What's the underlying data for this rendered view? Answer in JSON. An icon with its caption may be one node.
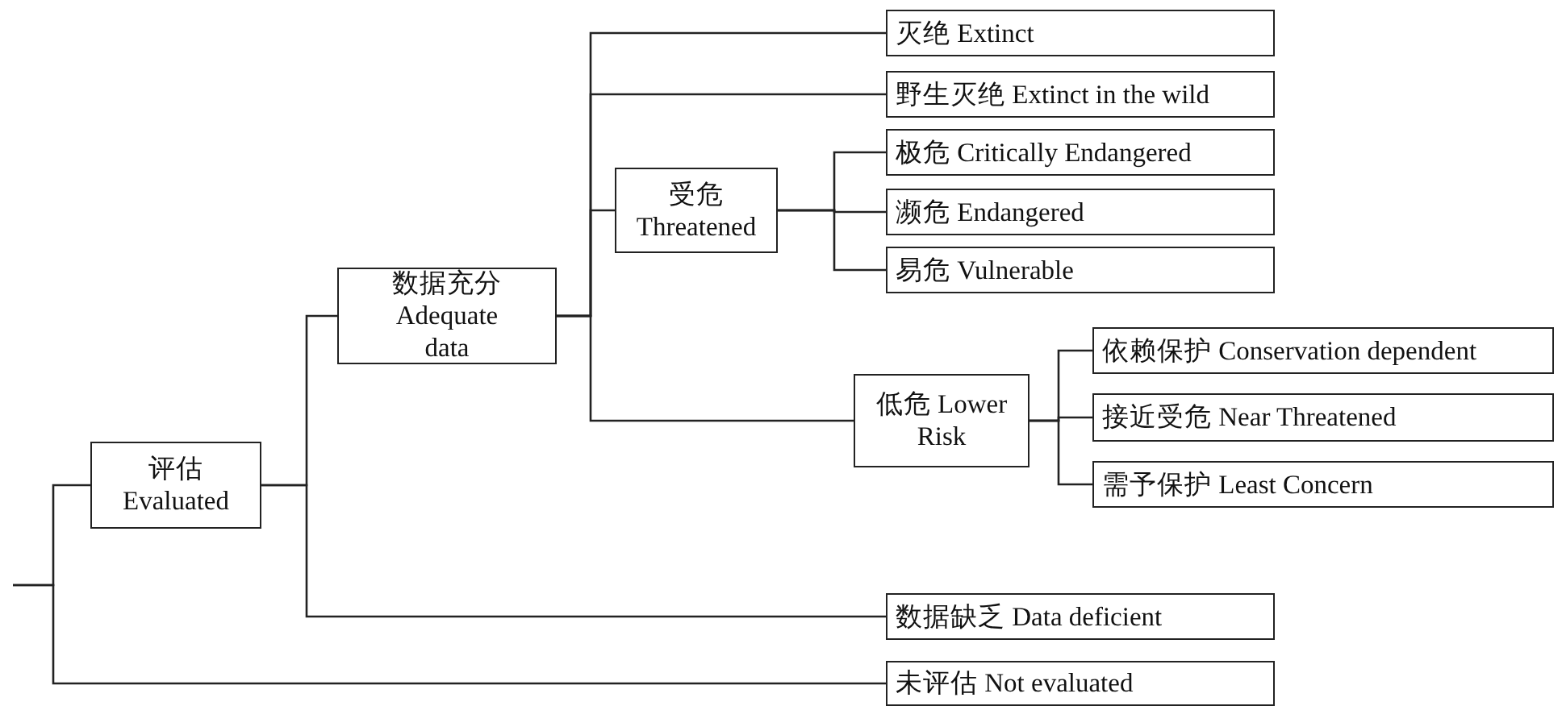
{
  "diagram": {
    "nodes": [
      {
        "text": [
          "评估 Evaluated"
        ]
      },
      {
        "text": [
          "数据充分 Adequate data"
        ]
      },
      {
        "text": [
          "灭绝 Extinct"
        ]
      },
      {
        "text": [
          "野生灭绝 Extinct in the wild"
        ]
      },
      {
        "text": [
          "受危 Threatened"
        ]
      },
      {
        "text": [
          "极危 Critically Endangered"
        ]
      },
      {
        "text": [
          "濒危 Endangered"
        ]
      },
      {
        "text": [
          "易危 Vulnerable"
        ]
      },
      {
        "text": [
          "低危 Lower Risk"
        ]
      },
      {
        "text": [
          "依赖保护 Conservation dependent"
        ]
      },
      {
        "text": [
          "接近受危 Near Threatened"
        ]
      },
      {
        "text": [
          "需予保护 Least Concern"
        ]
      },
      {
        "text": [
          "数据缺乏 Data deficient"
        ]
      },
      {
        "text": [
          "未评估 Not evaluated"
        ]
      }
    ],
    "edges": [
      {
        "from": null,
        "to": 0,
        "arrow": "none"
      },
      {
        "from": null,
        "to": 13,
        "arrow": "none"
      },
      {
        "from": 0,
        "to": 1,
        "arrow": "none"
      },
      {
        "from": 0,
        "to": 12,
        "arrow": "none"
      },
      {
        "from": 1,
        "to": 2,
        "arrow": "none"
      },
      {
        "from": 1,
        "to": 3,
        "arrow": "none"
      },
      {
        "from": 1,
        "to": 4,
        "arrow": "none"
      },
      {
        "from": 1,
        "to": 8,
        "arrow": "none"
      },
      {
        "from": 4,
        "to": 5,
        "arrow": "none"
      },
      {
        "from": 4,
        "to": 6,
        "arrow": "none"
      },
      {
        "from": 4,
        "to": 7,
        "arrow": "none"
      },
      {
        "from": 8,
        "to": 9,
        "arrow": "none"
      },
      {
        "from": 8,
        "to": 10,
        "arrow": "none"
      },
      {
        "from": 8,
        "to": 11,
        "arrow": "none"
      }
    ]
  }
}
